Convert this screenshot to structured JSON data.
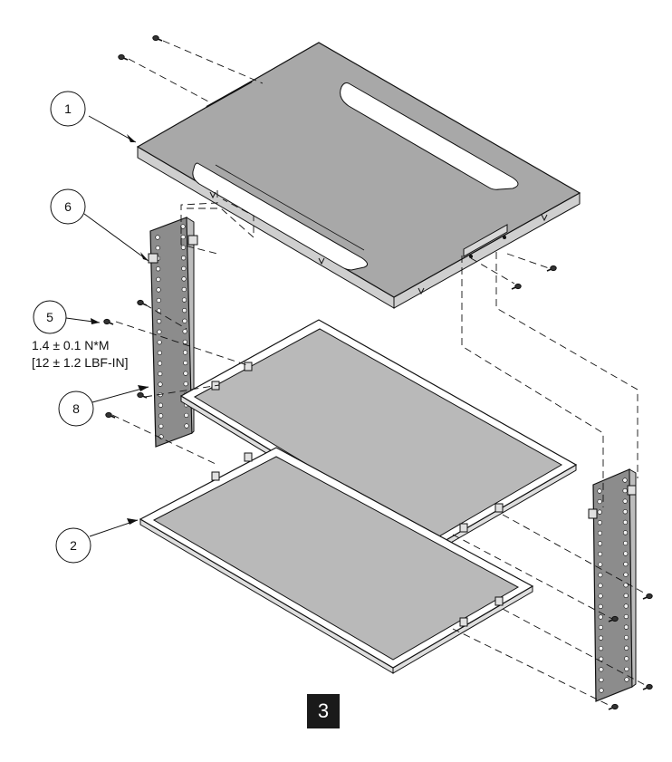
{
  "figure": {
    "step": "3",
    "callouts": [
      {
        "id": "1"
      },
      {
        "id": "6"
      },
      {
        "id": "5"
      },
      {
        "id": "8"
      },
      {
        "id": "2"
      }
    ],
    "torque": {
      "metric": "1.4 ± 0.1 N*M",
      "imperial": "[12 ± 1.2 LBF-IN]"
    }
  },
  "colors": {
    "panel_fill": "#a8a8a8",
    "panel_edge": "#cfcfcf",
    "shelf_fill": "#b9b9b9",
    "rail_fill": "#8c8c8c",
    "line": "#111111"
  }
}
